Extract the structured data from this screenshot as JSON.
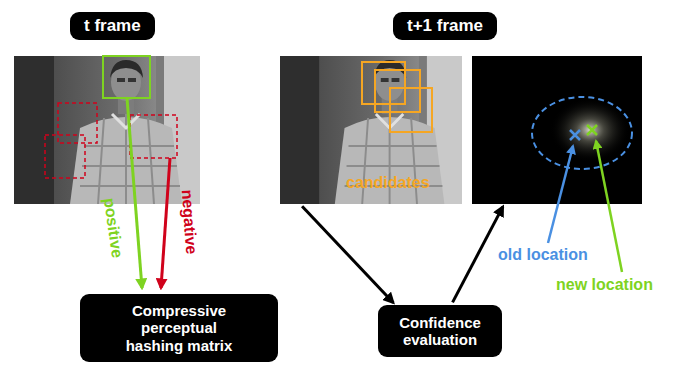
{
  "diagram": {
    "nodes": [
      {
        "text": [
          "t frame"
        ]
      },
      {
        "text": [
          "t+1 frame"
        ]
      },
      {
        "text": [
          "Compressive perceptual hashing matrix"
        ]
      },
      {
        "text": [
          "Confidence evaluation"
        ]
      },
      {
        "text": [
          "candidates"
        ]
      },
      {
        "text": [
          "old location",
          "new location"
        ]
      }
    ],
    "edges": [
      {
        "from": 4,
        "to": 3,
        "arrow": "to"
      },
      {
        "from": 3,
        "to": 5,
        "arrow": "to"
      }
    ],
    "labels": [
      "positive",
      "negative"
    ]
  }
}
